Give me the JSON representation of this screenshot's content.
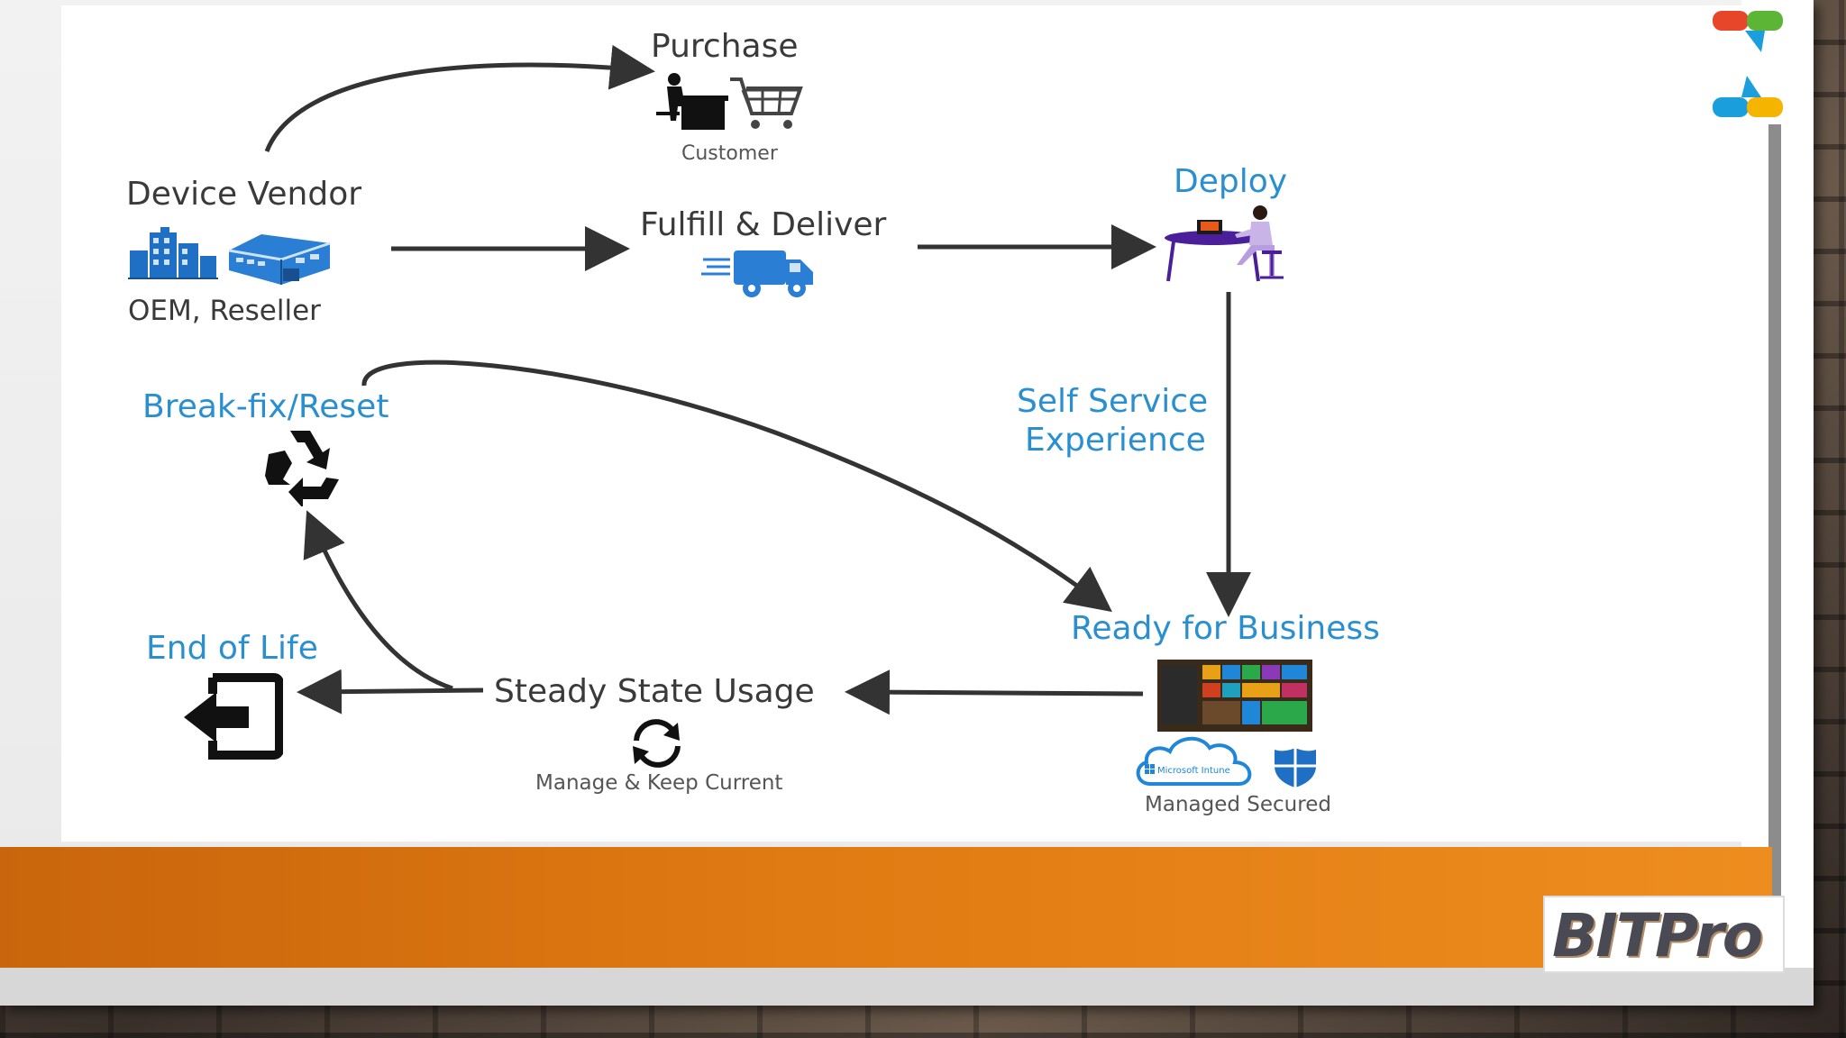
{
  "labels": {
    "purchase": "Purchase",
    "customer": "Customer",
    "device_vendor": "Device Vendor",
    "oem_reseller": "OEM, Reseller",
    "fulfill_deliver": "Fulfill & Deliver",
    "deploy": "Deploy",
    "self_service_line1": "Self Service",
    "self_service_line2": "Experience",
    "break_fix": "Break-fix/Reset",
    "ready_for_business": "Ready for Business",
    "end_of_life": "End of Life",
    "steady_state": "Steady State Usage",
    "manage_keep_current": "Manage & Keep Current",
    "microsoft_intune": "Microsoft Intune",
    "managed_secured": "Managed Secured"
  },
  "brand": {
    "logo_text": "BITPro"
  },
  "colors": {
    "accent_blue": "#2a8fd0",
    "icon_blue": "#1f6fc5",
    "orange_bar": "#e07a12",
    "text_dark": "#3a3a3a"
  },
  "icons": [
    "building-icon",
    "warehouse-icon",
    "customer-cart-icon",
    "delivery-truck-icon",
    "desk-worker-icon",
    "recycle-icon",
    "exit-icon",
    "refresh-icon",
    "start-menu-tiles",
    "cloud-icon",
    "shield-icon",
    "corner-logo-icon"
  ]
}
